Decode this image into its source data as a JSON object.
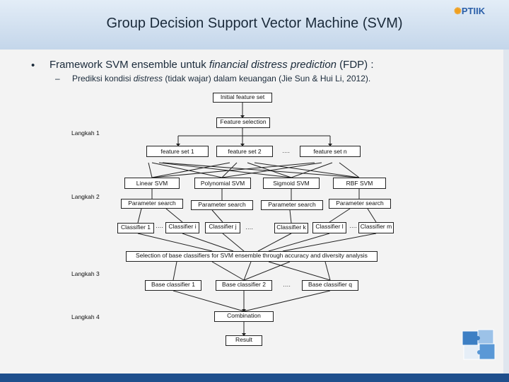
{
  "slide": {
    "title": "Group Decision Support Vector Machine (SVM)",
    "logo_text": "PTIIK",
    "bullet1": {
      "marker": "•",
      "text_a": "Framework  SVM  ensemble  untuk ",
      "text_b": "financial distress prediction",
      "text_c": " (FDP) :"
    },
    "bullet2": {
      "marker": "–",
      "text_a": "Prediksi kondisi ",
      "text_b": "distress",
      "text_c": " (tidak wajar) dalam keuangan (Jie  Sun & Hui  Li, 2012)."
    }
  },
  "diagram": {
    "steps": [
      "Langkah 1",
      "Langkah 2",
      "Langkah 3",
      "Langkah 4"
    ],
    "initial": "Initial feature set",
    "feature_selection": "Feature selection",
    "feature_sets": [
      "feature set 1",
      "feature set 2",
      "feature set n"
    ],
    "ellipsis": "….",
    "svm_types": [
      "Linear SVM",
      "Polynomial SVM",
      "Sigmoid SVM",
      "RBF SVM"
    ],
    "param_search": "Parameter search",
    "classifiers": [
      "Classifier 1",
      "Classifier i",
      "Classifier j",
      "Classifier k",
      "Classifier l",
      "Classifier m"
    ],
    "selection": "Selection of base classifiers for SVM ensemble through accuracy and diversity analysis",
    "base_classifiers": [
      "Base classifier 1",
      "Base classifier 2",
      "Base classifier q"
    ],
    "combination": "Combination",
    "result": "Result"
  },
  "colors": {
    "header": "#c4d6ea",
    "bottom_bar": "#1f4f8c",
    "logo": "#2b5fa8"
  }
}
